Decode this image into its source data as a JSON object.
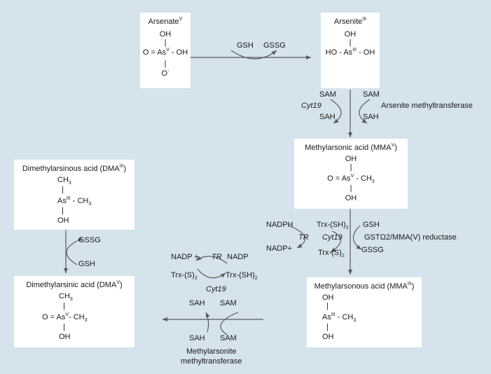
{
  "colors": {
    "background": "#d4e3ec",
    "box": "#ffffff",
    "arrow": "#5a5a5a"
  },
  "compounds": {
    "arsenate": {
      "name": "Arsenate",
      "name_sup": "V",
      "oh_top": "OH",
      "formula_pre": "O = As",
      "formula_sup": "V",
      "formula_post": " - OH",
      "bottom": "O",
      "bottom_sup": "-"
    },
    "arsenite": {
      "name": "Arsenite",
      "name_sup": "III",
      "oh_top": "OH",
      "formula_pre": "HO - As",
      "formula_sup": "III",
      "formula_post": " - OH"
    },
    "mma_v": {
      "name": "Methylarsonic acid (MMA",
      "name_sup": "V",
      "name_end": ")",
      "oh_top": "OH",
      "formula_pre": "O = As",
      "formula_sup": "V",
      "formula_mid": " - CH",
      "formula_sub": "3",
      "oh_bottom": "OH"
    },
    "mma_iii": {
      "name": "Methylarsonous acid (MMA",
      "name_sup": "III",
      "name_end": ")",
      "oh_top": "OH",
      "formula_pre": "As",
      "formula_sup": "III",
      "formula_mid": " - CH",
      "formula_sub": "3",
      "oh_bottom": "OH"
    },
    "dma_iii": {
      "name": "Dimethylarsinous acid (DMA",
      "name_sup": "III",
      "name_end": ")",
      "ch3_top": "CH",
      "ch3_top_sub": "3",
      "formula_pre": "As",
      "formula_sup": "III",
      "formula_mid": " - CH",
      "formula_sub": "3",
      "oh_bottom": "OH"
    },
    "dma_v": {
      "name": "Dimethylarsinic acid (DMA",
      "name_sup": "V",
      "name_end": ")",
      "ch3_top": "CH",
      "ch3_top_sub": "3",
      "formula_pre": "O = As",
      "formula_sup": "V",
      "formula_mid": "- CH",
      "formula_sub": "3",
      "oh_bottom": "OH"
    }
  },
  "reactions": {
    "r1": {
      "gsh": "GSH",
      "gssg": "GSSG"
    },
    "r2": {
      "sam_left": "SAM",
      "sam_right": "SAM",
      "enzyme_italic": "Cyt19",
      "sah_left": "SAH",
      "sah_right": "SAH",
      "enzyme": "Arsenite methyltransferase"
    },
    "r3": {
      "nadph": "NADPH",
      "trx_sh": "Trx-(SH)",
      "trx_sh_sub": "2",
      "gsh": "GSH",
      "tr": "TR",
      "cyt19": "Cyt19",
      "enzyme": "GSTΩ2/MMA(V) reductase",
      "nadp": "NADP+",
      "trx_s": "Trx-(S)",
      "trx_s_sub": "2",
      "gssg": "GSSG"
    },
    "r4": {
      "nadp_plus": "NADP +",
      "tr": "TR",
      "nadp": "NADP",
      "trx_s": "Trx-(S)",
      "trx_s_sub": "2",
      "trx_sh": "Trx-(SH)",
      "trx_sh_sub": "2",
      "cyt19": "Cyt19",
      "sah_top": "SAH",
      "sam_top": "SAM",
      "sah_bottom": "SAH",
      "sam_bottom": "SAM",
      "enzyme_line1": "Methylarsonite",
      "enzyme_line2": "methyltransferase"
    },
    "r5": {
      "gssg": "GSSG",
      "gsh": "GSH"
    }
  }
}
